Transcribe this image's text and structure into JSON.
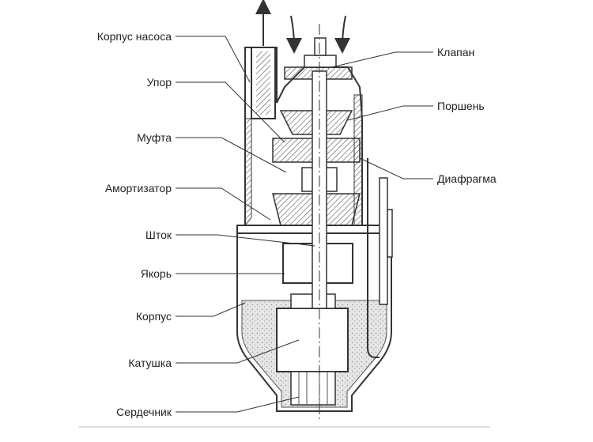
{
  "diagram": {
    "labels_left": [
      {
        "id": "pump-housing",
        "text": "Корпус насоса"
      },
      {
        "id": "stop",
        "text": "Упор"
      },
      {
        "id": "coupling",
        "text": "Муфта"
      },
      {
        "id": "shock-absorber",
        "text": "Амортизатор"
      },
      {
        "id": "rod",
        "text": "Шток"
      },
      {
        "id": "armature",
        "text": "Якорь"
      },
      {
        "id": "body",
        "text": "Корпус"
      },
      {
        "id": "coil",
        "text": "Катушка"
      },
      {
        "id": "core",
        "text": "Сердечник"
      }
    ],
    "labels_right": [
      {
        "id": "valve",
        "text": "Клапан"
      },
      {
        "id": "piston",
        "text": "Поршень"
      },
      {
        "id": "diaphragm",
        "text": "Диафрагма"
      }
    ],
    "colors": {
      "line": "#333333",
      "hatch": "#555555",
      "sand": "#d7d7d7"
    }
  }
}
